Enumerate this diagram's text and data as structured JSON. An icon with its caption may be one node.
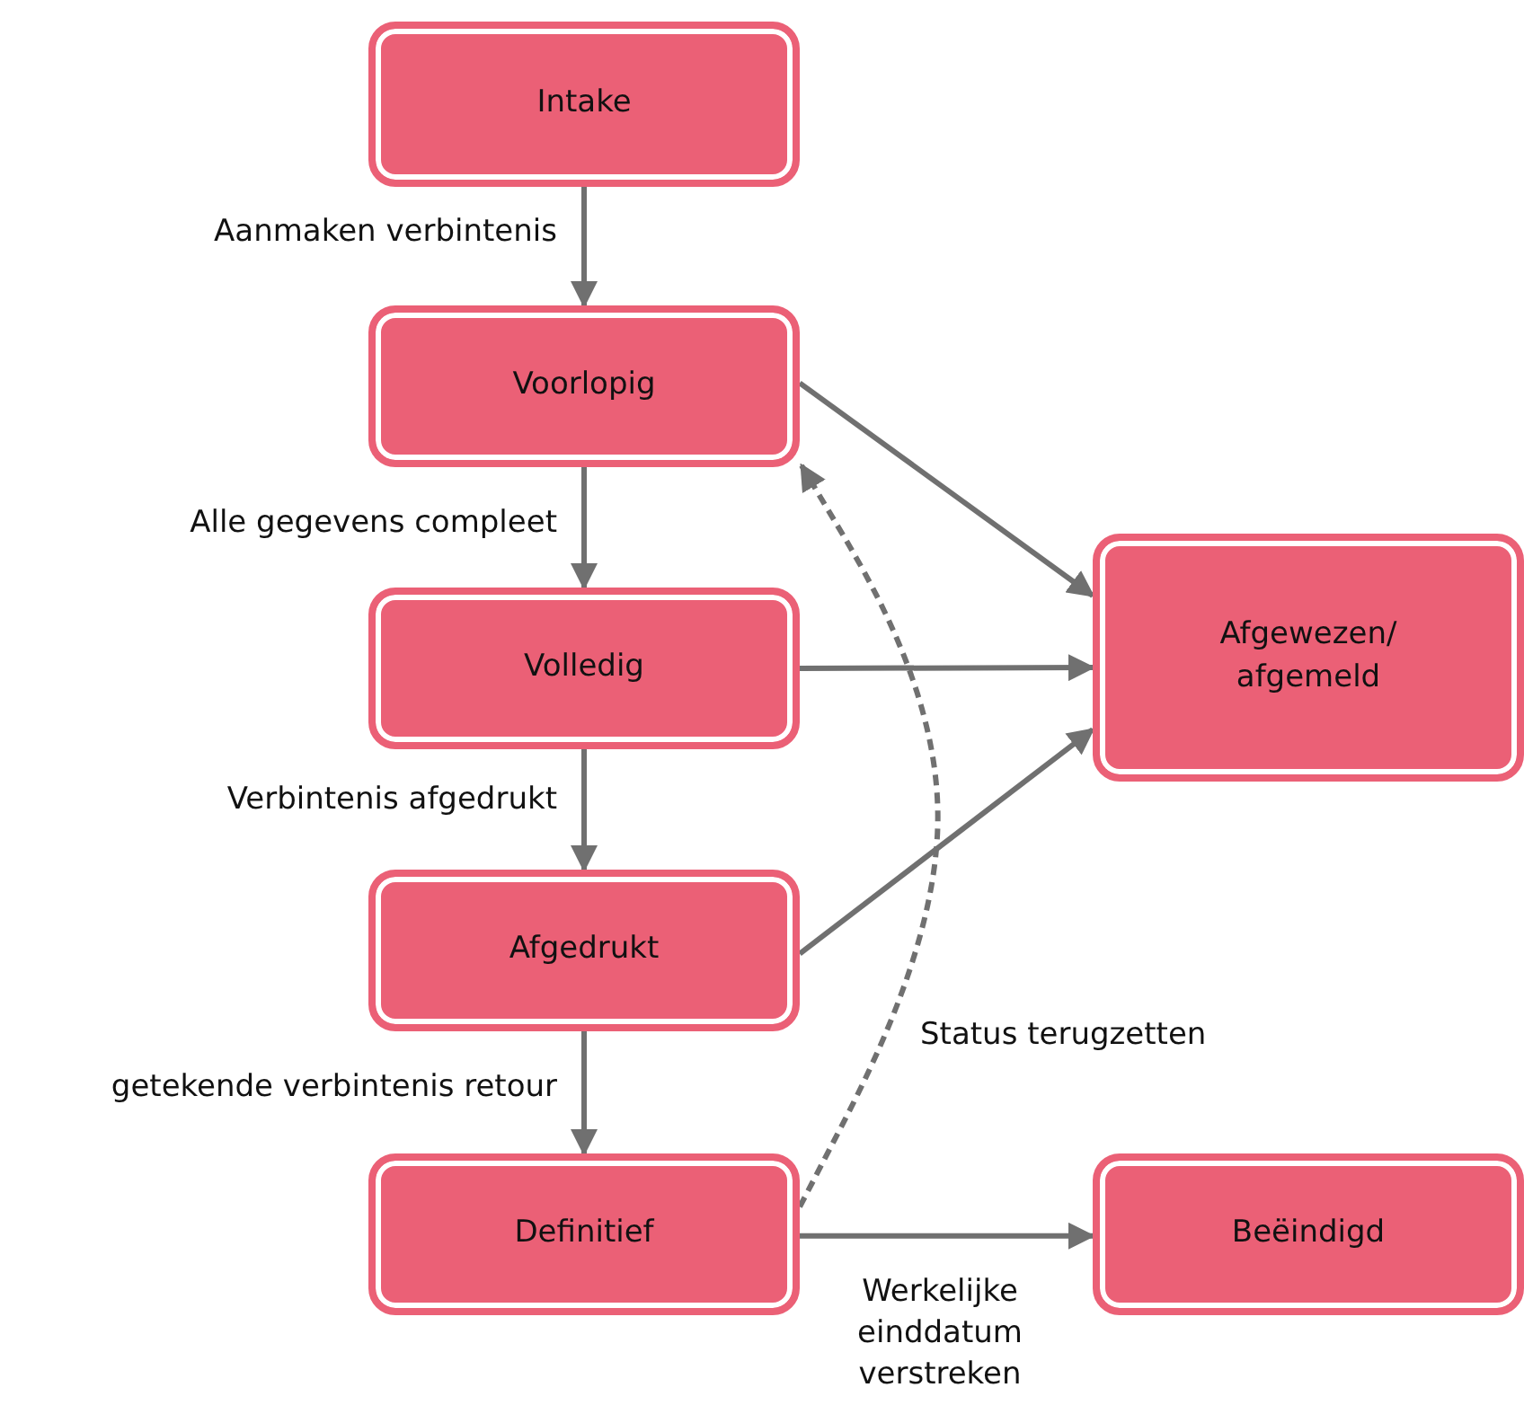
{
  "diagram": {
    "nodes": [
      {
        "text": [
          "Intake"
        ]
      },
      {
        "text": [
          "Voorlopig"
        ]
      },
      {
        "text": [
          "Volledig"
        ]
      },
      {
        "text": [
          "Afgedrukt"
        ]
      },
      {
        "text": [
          "Definitief"
        ]
      },
      {
        "text": [
          "Afgewezen/ afgemeld"
        ]
      },
      {
        "text": [
          "Beëindigd"
        ]
      }
    ],
    "edges": [
      {
        "from": 0,
        "to": 1,
        "arrow": "to",
        "label": "Aanmaken verbintenis"
      },
      {
        "from": 1,
        "to": 2,
        "arrow": "to",
        "label": "Alle gegevens compleet"
      },
      {
        "from": 2,
        "to": 3,
        "arrow": "to",
        "label": "Verbintenis afgedrukt"
      },
      {
        "from": 3,
        "to": 4,
        "arrow": "to",
        "label": "getekende verbintenis retour"
      },
      {
        "from": 1,
        "to": 5,
        "arrow": "to"
      },
      {
        "from": 2,
        "to": 5,
        "arrow": "to"
      },
      {
        "from": 3,
        "to": 5,
        "arrow": "to"
      },
      {
        "from": 4,
        "to": 1,
        "arrow": "to",
        "style": "dashed",
        "label": "Status terugzetten"
      },
      {
        "from": 4,
        "to": 6,
        "arrow": "to",
        "label": "Werkelijke einddatum verstreken"
      }
    ]
  }
}
